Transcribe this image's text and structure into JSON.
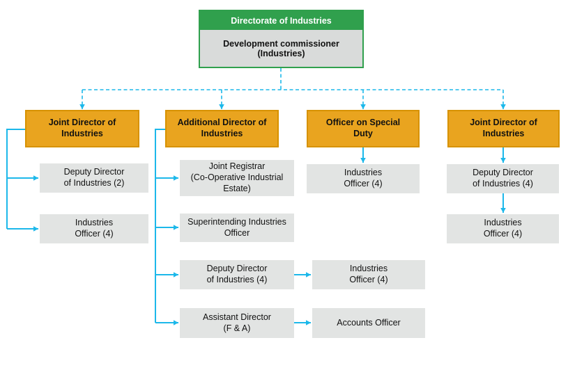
{
  "root": {
    "header": "Directorate of Industries",
    "officer": "Development commissioner\n(Industries)"
  },
  "branches": [
    {
      "head": "Joint Director of\nIndustries",
      "children": [
        {
          "label": "Deputy Director\nof Industries (2)"
        },
        {
          "label": "Industries\nOfficer (4)"
        }
      ]
    },
    {
      "head": "Additional Director of\nIndustries",
      "children": [
        {
          "label": "Joint Registrar\n(Co-Operative Industrial\nEstate)"
        },
        {
          "label": "Superintending Industries\nOfficer"
        },
        {
          "label": "Deputy Director\nof Industries (4)",
          "child": "Industries\nOfficer (4)"
        },
        {
          "label": "Assistant Director\n(F & A)",
          "child": "Accounts Officer"
        }
      ]
    },
    {
      "head": "Officer on Special\nDuty",
      "children": [
        {
          "label": "Industries\nOfficer (4)"
        }
      ]
    },
    {
      "head": "Joint Director of\nIndustries",
      "children": [
        {
          "label": "Deputy Director\nof Industries (4)",
          "child": "Industries\nOfficer (4)"
        }
      ]
    }
  ],
  "colors": {
    "header_green": "#30A04D",
    "branch_orange": "#E9A41F",
    "branch_orange_border": "#D79200",
    "node_gray": "#E2E4E3",
    "root_body_gray": "#D9DBDA",
    "connector_cyan": "#1CB8EA",
    "text": "#111111"
  }
}
